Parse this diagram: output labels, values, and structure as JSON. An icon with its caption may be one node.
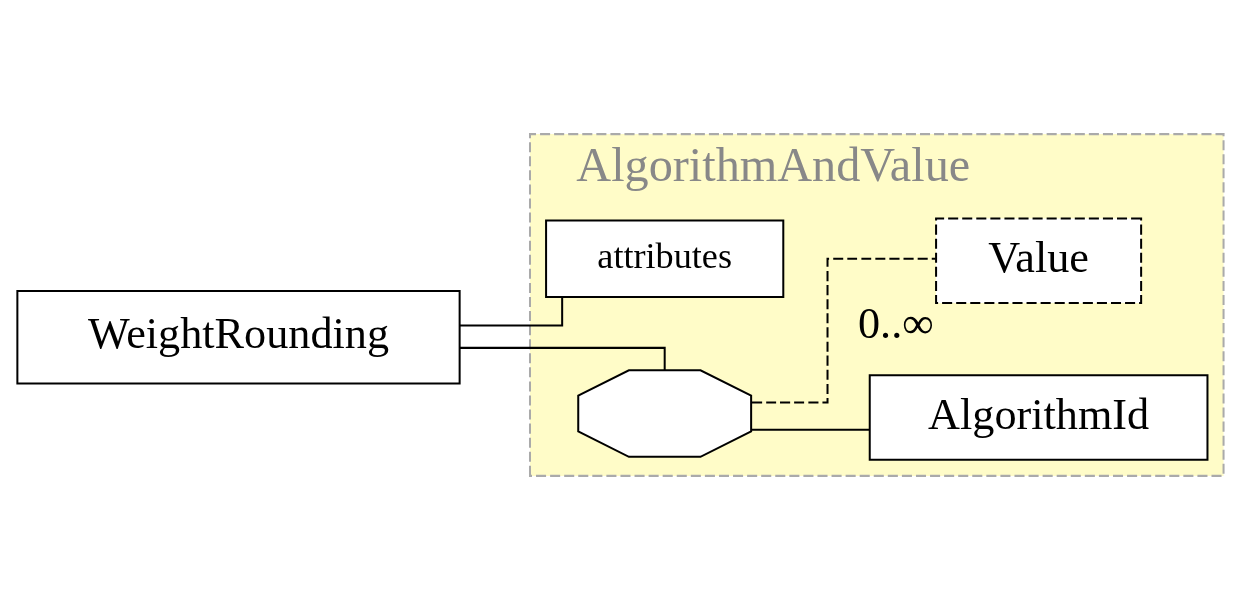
{
  "diagram": {
    "nodes": [
      {
        "text": [
          "WeightRounding"
        ]
      },
      {
        "text": [
          "AlgorithmAndValue"
        ]
      },
      {
        "text": [
          "attributes"
        ],
        "in": 1
      },
      {
        "text": [],
        "shape": "octagon",
        "in": 1
      },
      {
        "text": [
          "AlgorithmId"
        ],
        "in": 1
      },
      {
        "text": [
          "Value"
        ],
        "in": 1,
        "beside": [
          "0..∞"
        ]
      }
    ],
    "edges": [
      {
        "from": 0,
        "to": 2,
        "arrow": "none"
      },
      {
        "from": 0,
        "to": 3,
        "arrow": "none"
      },
      {
        "from": 3,
        "to": 4,
        "arrow": "none"
      },
      {
        "from": 3,
        "to": 5,
        "arrow": "none",
        "style": "dashed"
      }
    ]
  }
}
